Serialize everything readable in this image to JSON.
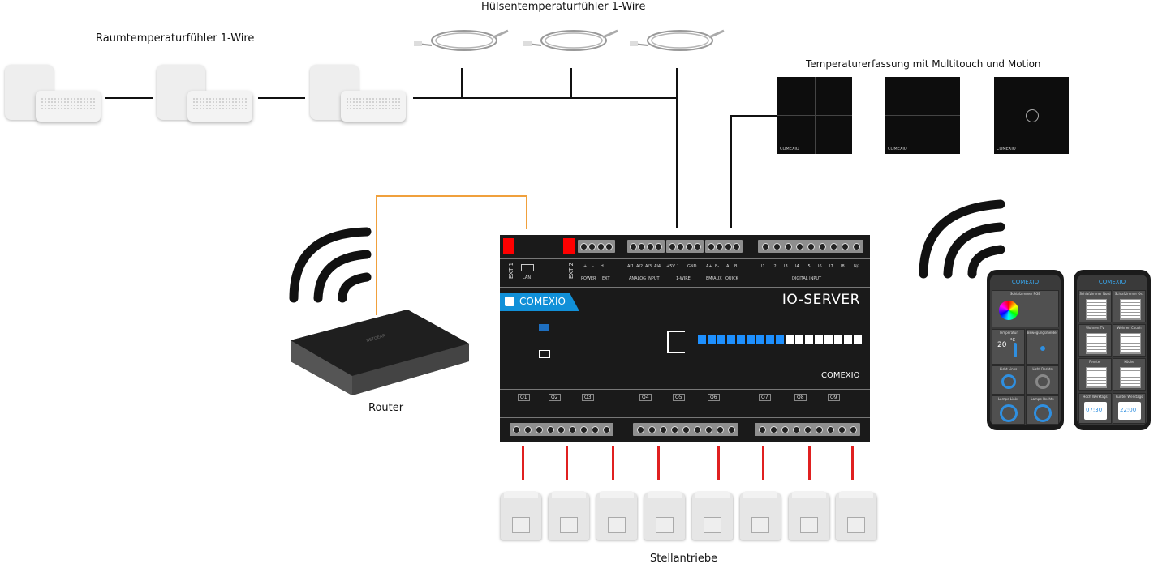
{
  "labels": {
    "room_sensors": "Raumtemperaturfühler 1-Wire",
    "sleeve_sensors": "Hülsentemperaturfühler 1-Wire",
    "touch_panels": "Temperaturerfassung mit Multitouch und Motion",
    "router": "Router",
    "actuators": "Stellantriebe"
  },
  "touch_panel_brand": "COMEXIO",
  "io_server": {
    "title": "IO-SERVER",
    "brand": "COMEXIO",
    "brand_small": "COMEXIO",
    "ext1": "EXT 1",
    "ext2": "EXT 2",
    "lan": "LAN",
    "top_labels": [
      "+",
      "-",
      "H",
      "L",
      "AI1",
      "AI2",
      "AI3",
      "AI4",
      "+5V",
      "1",
      "GND",
      "A+",
      "B-",
      "A",
      "B",
      "I1",
      "I2",
      "I3",
      "I4",
      "I5",
      "I6",
      "I7",
      "I8",
      "N/-"
    ],
    "group_labels": [
      "POWER",
      "EXT",
      "ANALOG INPUT",
      "1-WIRE",
      "EM/AUX",
      "QUICK",
      "DIGITAL INPUT"
    ],
    "outputs": [
      "Q1",
      "Q2",
      "Q3",
      "Q4",
      "Q5",
      "Q6",
      "Q7",
      "Q8",
      "Q9"
    ]
  },
  "phone_left": {
    "header": "COMEXIO",
    "tiles": [
      "Schlafzimmer RGB",
      "Temperatur",
      "Bewegungsmelder",
      "Licht Links",
      "Licht Rechts",
      "Lampe Links",
      "Lampe Rechts"
    ],
    "temp_value": "20",
    "temp_unit": "°C"
  },
  "phone_right": {
    "header": "COMEXIO",
    "tiles": [
      "Schlafzimmer Nord",
      "Schlafzimmer Ost",
      "Wohnen TV",
      "Wohnen Couch",
      "Fenster",
      "Küche",
      "Hoch Werktags",
      "Runter Werktags"
    ],
    "times": [
      "07:30",
      "22:00"
    ]
  },
  "colors": {
    "wire": "#111111",
    "lan_cable": "#f0a03c",
    "actuator_cable": "#e02020",
    "brand_blue": "#1190d8"
  }
}
